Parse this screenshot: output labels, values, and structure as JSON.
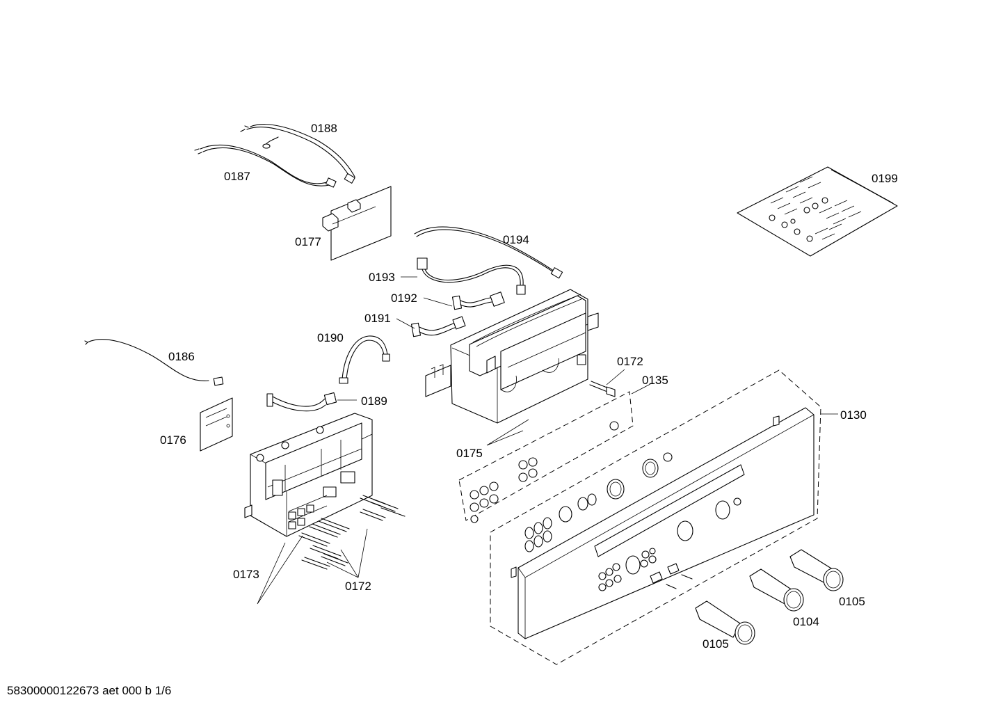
{
  "labels": {
    "p0188": "0188",
    "p0187": "0187",
    "p0177": "0177",
    "p0194": "0194",
    "p0193": "0193",
    "p0192": "0192",
    "p0191": "0191",
    "p0190": "0190",
    "p0186": "0186",
    "p0189": "0189",
    "p0176": "0176",
    "p0172a": "0172",
    "p0135": "0135",
    "p0130": "0130",
    "p0175": "0175",
    "p0173": "0173",
    "p0172b": "0172",
    "p0105a": "0105",
    "p0104": "0104",
    "p0105b": "0105",
    "p0199": "0199"
  },
  "footer": "58300000122673 aet 000 b 1/6"
}
